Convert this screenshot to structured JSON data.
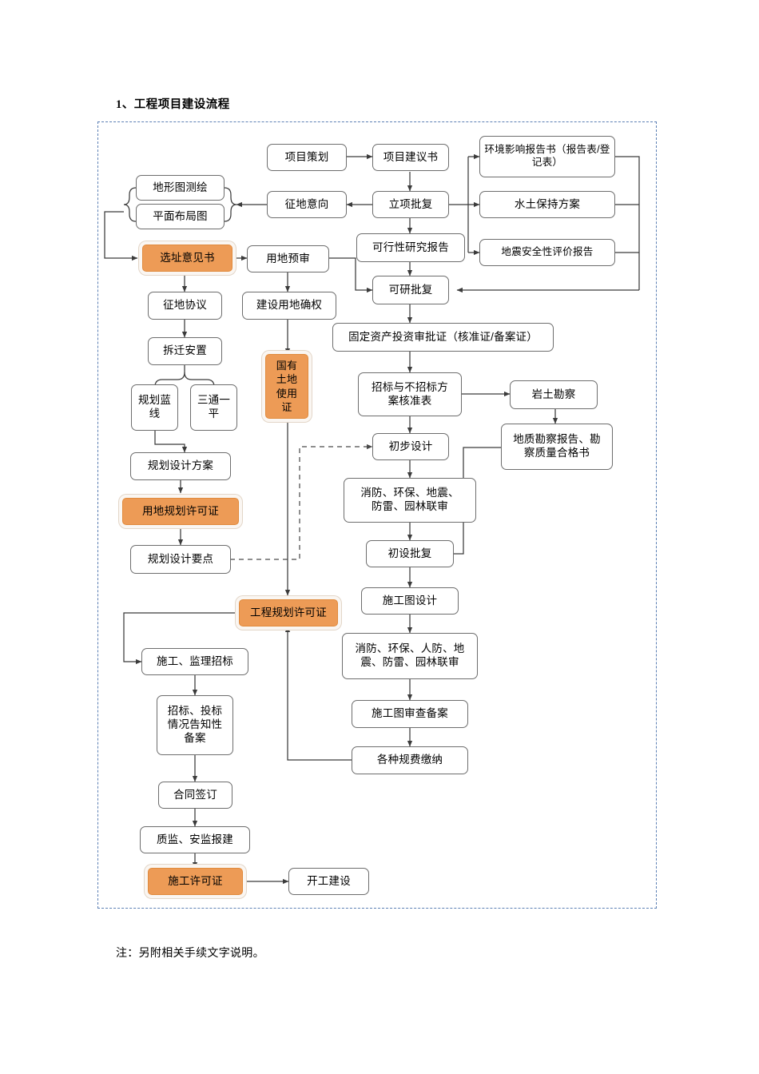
{
  "document": {
    "title": "1、工程项目建设流程",
    "note": "注：另附相关手续文字说明。"
  },
  "theme": {
    "highlight_fill": "#ED9B56",
    "highlight_border": "#E08A3C",
    "node_border": "#6D6D6D",
    "frame_border": "#5B7FB4",
    "page_background": "#FFFFFF"
  },
  "flowchart": {
    "type": "process-flow-diagram",
    "nodes": [
      {
        "id": "topo",
        "label": "地形图测绘",
        "highlight": false
      },
      {
        "id": "plan",
        "label": "平面布局图",
        "highlight": false
      },
      {
        "id": "proj_plan",
        "label": "项目策划",
        "highlight": false
      },
      {
        "id": "proj_prop",
        "label": "项目建议书",
        "highlight": false
      },
      {
        "id": "eia",
        "label": "环境影响报告书（报告表/登记表）",
        "highlight": false
      },
      {
        "id": "land_intent",
        "label": "征地意向",
        "highlight": false
      },
      {
        "id": "approval",
        "label": "立项批复",
        "highlight": false
      },
      {
        "id": "soil_water",
        "label": "水土保持方案",
        "highlight": false
      },
      {
        "id": "feasibility",
        "label": "可行性研究报告",
        "highlight": false
      },
      {
        "id": "seismic",
        "label": "地震安全性评价报告",
        "highlight": false
      },
      {
        "id": "site_opinion",
        "label": "选址意见书",
        "highlight": true
      },
      {
        "id": "land_pre",
        "label": "用地预审",
        "highlight": false
      },
      {
        "id": "feas_reply",
        "label": "可研批复",
        "highlight": false
      },
      {
        "id": "land_agree",
        "label": "征地协议",
        "highlight": false
      },
      {
        "id": "land_right",
        "label": "建设用地确权",
        "highlight": false
      },
      {
        "id": "fixed_asset",
        "label": "固定资产投资审批证（核准证/备案证）",
        "highlight": false
      },
      {
        "id": "relocate",
        "label": "拆迁安置",
        "highlight": false
      },
      {
        "id": "land_cert",
        "label": "国有土地使用证",
        "highlight": true
      },
      {
        "id": "bid_table",
        "label": "招标与不招标方案核准表",
        "highlight": false
      },
      {
        "id": "geotech",
        "label": "岩土勘察",
        "highlight": false
      },
      {
        "id": "blue_line",
        "label": "规划蓝线",
        "highlight": false
      },
      {
        "id": "three_one",
        "label": "三通一平",
        "highlight": false
      },
      {
        "id": "geo_report",
        "label": "地质勘察报告、勘察质量合格书",
        "highlight": false
      },
      {
        "id": "prelim_des",
        "label": "初步设计",
        "highlight": false
      },
      {
        "id": "plan_scheme",
        "label": "规划设计方案",
        "highlight": false
      },
      {
        "id": "joint_rev1",
        "label": "消防、环保、地震、防雷、园林联审",
        "highlight": false
      },
      {
        "id": "land_permit",
        "label": "用地规划许可证",
        "highlight": true
      },
      {
        "id": "prelim_rep",
        "label": "初设批复",
        "highlight": false
      },
      {
        "id": "plan_points",
        "label": "规划设计要点",
        "highlight": false
      },
      {
        "id": "cons_draw",
        "label": "施工图设计",
        "highlight": false
      },
      {
        "id": "eng_permit",
        "label": "工程规划许可证",
        "highlight": true
      },
      {
        "id": "joint_rev2",
        "label": "消防、环保、人防、地震、防雷、园林联审",
        "highlight": false
      },
      {
        "id": "cons_bid",
        "label": "施工、监理招标",
        "highlight": false
      },
      {
        "id": "bid_record",
        "label": "招标、投标情况告知性备案",
        "highlight": false
      },
      {
        "id": "draw_review",
        "label": "施工图审查备案",
        "highlight": false
      },
      {
        "id": "fees",
        "label": "各种规费缴纳",
        "highlight": false
      },
      {
        "id": "contract",
        "label": "合同签订",
        "highlight": false
      },
      {
        "id": "quality_reg",
        "label": "质监、安监报建",
        "highlight": false
      },
      {
        "id": "cons_permit",
        "label": "施工许可证",
        "highlight": true
      },
      {
        "id": "start_work",
        "label": "开工建设",
        "highlight": false
      }
    ]
  }
}
